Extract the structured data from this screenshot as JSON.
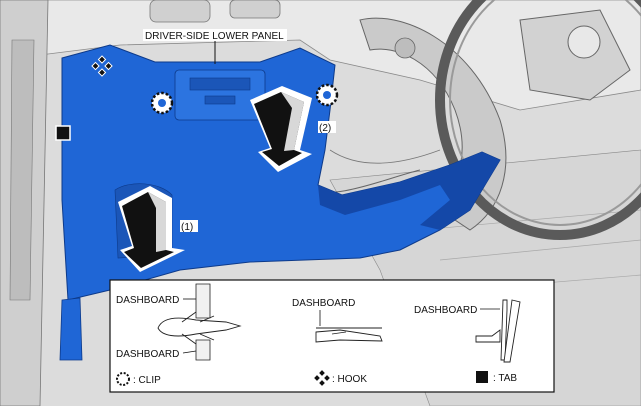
{
  "callout": {
    "panel_label": "DRIVER-SIDE LOWER PANEL"
  },
  "arrows": [
    {
      "label": "(1)"
    },
    {
      "label": "(2)"
    }
  ],
  "legend": {
    "clip_detail": {
      "top_label": "DASHBOARD",
      "bottom_label": "DASHBOARD"
    },
    "hook_detail": {
      "label": "DASHBOARD"
    },
    "tab_detail": {
      "label": "DASHBOARD"
    },
    "keys": [
      {
        "icon": "clip-symbol-icon",
        "text": ": CLIP"
      },
      {
        "icon": "hook-symbol-icon",
        "text": ": HOOK"
      },
      {
        "icon": "tab-symbol-icon",
        "text": ": TAB"
      }
    ]
  },
  "colors": {
    "panel_blue": "#1f66d6",
    "panel_blue_dark": "#1448a8",
    "interior_gray": "#e4e4e4",
    "line": "#2a2a2a"
  }
}
